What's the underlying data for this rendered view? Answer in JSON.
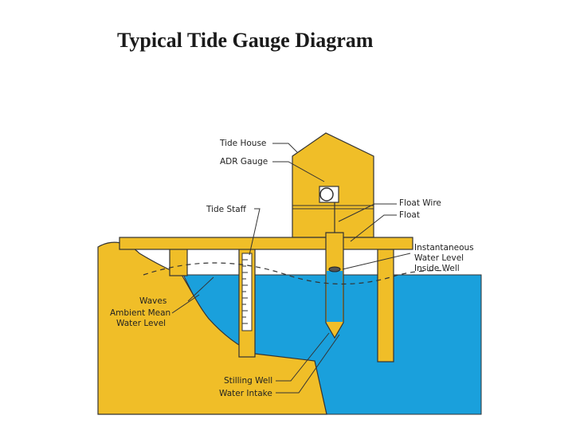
{
  "title": "Typical Tide Gauge Diagram",
  "labels": {
    "tide_house": "Tide House",
    "adr_gauge": "ADR Gauge",
    "tide_staff": "Tide Staff",
    "float_wire": "Float Wire",
    "float": "Float",
    "instantaneous_1": "Instantaneous",
    "instantaneous_2": "Water Level",
    "instantaneous_3": "Inside Well",
    "waves": "Waves",
    "ambient_1": "Ambient Mean",
    "ambient_2": "Water Level",
    "stilling_well": "Stilling Well",
    "water_intake": "Water Intake"
  },
  "colors": {
    "ground": "#F0BE28",
    "water": "#1AA0DC",
    "outline": "#333333",
    "background": "#FFFFFF"
  }
}
